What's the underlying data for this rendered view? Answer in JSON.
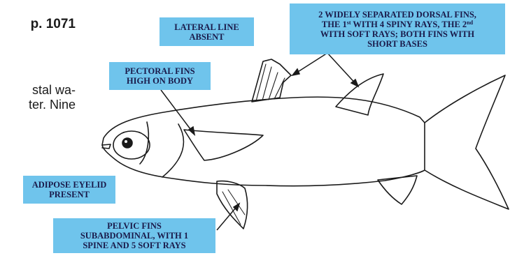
{
  "page": {
    "reference": "p. 1071",
    "text_line_1": "stal wa-",
    "text_line_2": "ter. Nine"
  },
  "labels": {
    "lateral_line": [
      "LATERAL LINE",
      "ABSENT"
    ],
    "dorsal_fins": {
      "line1": "2 WIDELY SEPARATED DORSAL FINS,",
      "line2_pre": "THE 1",
      "line2_sup1": "st",
      "line2_mid": " WITH 4 SPINY RAYS, THE 2",
      "line2_sup2": "nd",
      "line3": "WITH SOFT RAYS; BOTH FINS WITH",
      "line4": "SHORT BASES"
    },
    "pectoral_fins": [
      "PECTORAL FINS",
      "HIGH ON BODY"
    ],
    "adipose_eyelid": [
      "ADIPOSE EYELID",
      "PRESENT"
    ],
    "pelvic_fins": [
      "PELVIC FINS",
      "SUBABDOMINAL, WITH 1",
      "SPINE AND 5 SOFT RAYS"
    ]
  },
  "colors": {
    "label_background": "#6fc4ec",
    "label_text": "#1a1a4a",
    "outline": "#1a1a1a"
  }
}
